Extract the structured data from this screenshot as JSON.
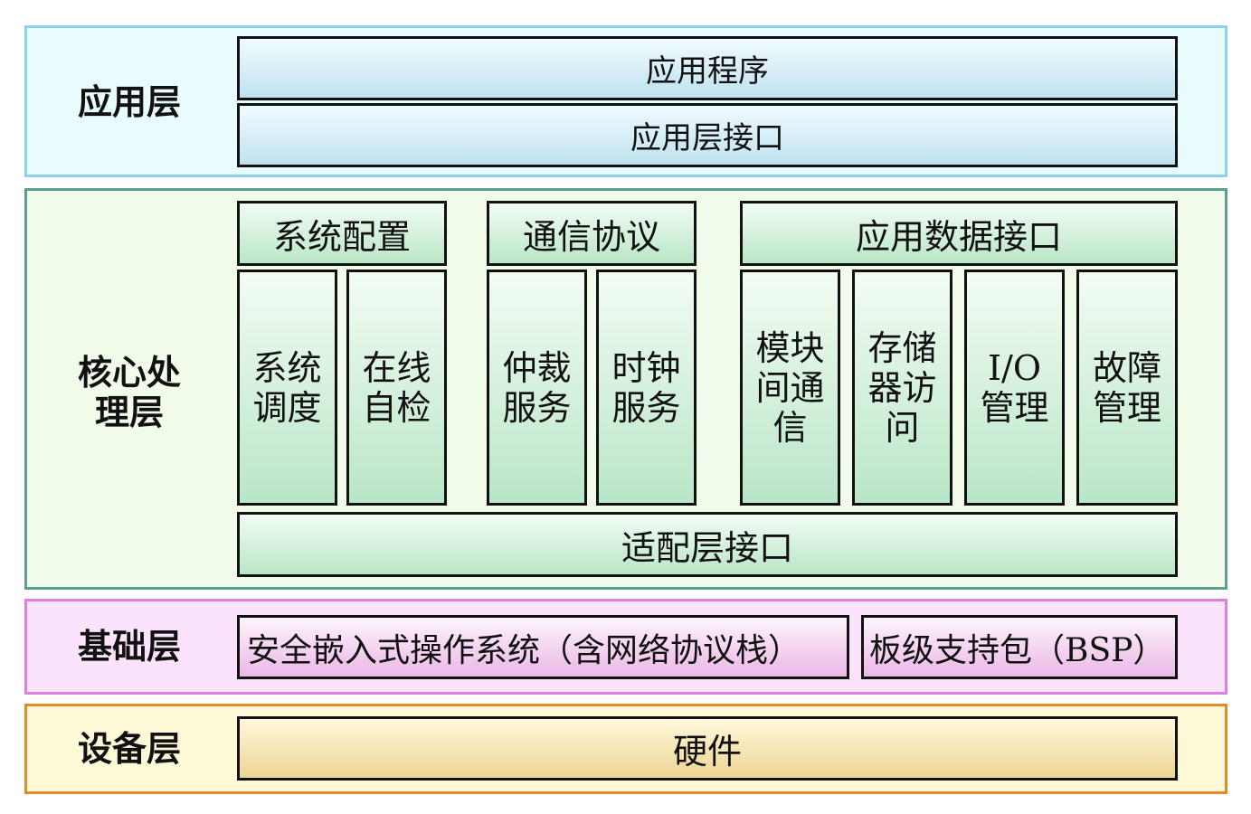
{
  "layers": {
    "app": {
      "label": "应用层",
      "app_program": "应用程序",
      "app_interface": "应用层接口"
    },
    "core": {
      "label_line1": "核心处",
      "label_line2": "理层",
      "sys_config": "系统配置",
      "comm_protocol": "通信协议",
      "app_data_interface": "应用数据接口",
      "sched": [
        "系统",
        "调度"
      ],
      "selfcheck": [
        "在线",
        "自检"
      ],
      "arbit": [
        "仲裁",
        "服务"
      ],
      "clock": [
        "时钟",
        "服务"
      ],
      "intermod": [
        "模块",
        "间通",
        "信"
      ],
      "storage": [
        "存储",
        "器访",
        "问"
      ],
      "io": [
        "I/O",
        "管理"
      ],
      "fault": [
        "故障",
        "管理"
      ],
      "adapter_interface": "适配层接口"
    },
    "base": {
      "label": "基础层",
      "os": "安全嵌入式操作系统（含网络协议栈）",
      "bsp": "板级支持包（BSP）"
    },
    "device": {
      "label": "设备层",
      "hardware": "硬件"
    }
  },
  "colors": {
    "app_bg": "#e8fbfd",
    "app_border": "#8ed0f0",
    "core_bg": "#f1fbe9",
    "core_border": "#5f9d8f",
    "base_bg": "#fbe3fb",
    "base_border": "#e27ee0",
    "device_bg": "#fdf8d6",
    "device_border": "#e08a2a"
  }
}
